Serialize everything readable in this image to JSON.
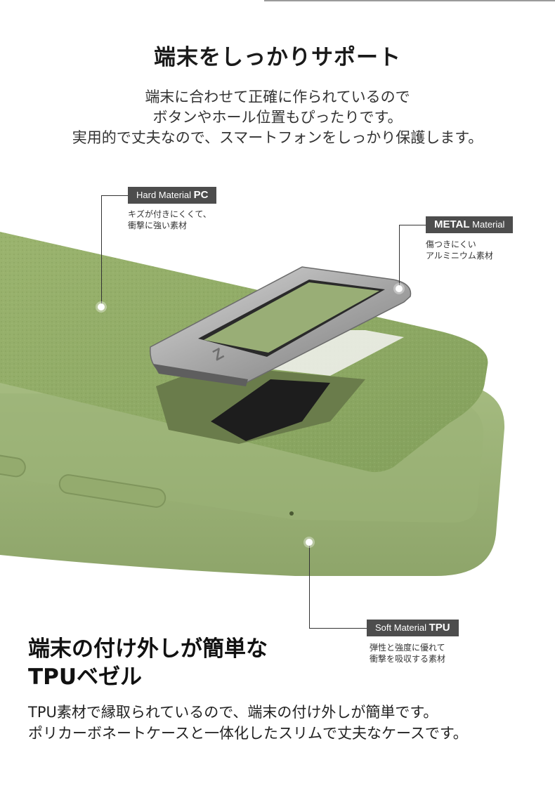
{
  "header": {
    "title": "端末をしっかりサポート",
    "intro_lines": [
      "端末に合わせて正確に作られているので",
      "ボタンやホール位置もぴったりです。",
      "実用的で丈夫なので、スマートフォンをしっかり保護します。"
    ]
  },
  "product": {
    "case_color": "#8fa866",
    "metal_logo": "Z",
    "callouts": [
      {
        "label_light": "Hard Material ",
        "label_bold": "PC",
        "desc": [
          "キズが付きにくくて、",
          "衝撃に強い素材"
        ]
      },
      {
        "label_bold": "METAL",
        "label_light": " Material",
        "desc": [
          "傷つきにくい",
          "アルミニウム素材"
        ]
      },
      {
        "label_light": "Soft Material ",
        "label_bold": "TPU",
        "desc": [
          "弾性と強度に優れて",
          "衝撃を吸収する素材"
        ]
      }
    ]
  },
  "bezel": {
    "title_lines": [
      "端末の付け外しが簡単な",
      "TPUベゼル"
    ],
    "body_lines": [
      "TPU素材で縁取られているので、端末の付け外しが簡単です。",
      "ポリカーボネートケースと一体化したスリムで丈夫なケースです。"
    ]
  }
}
